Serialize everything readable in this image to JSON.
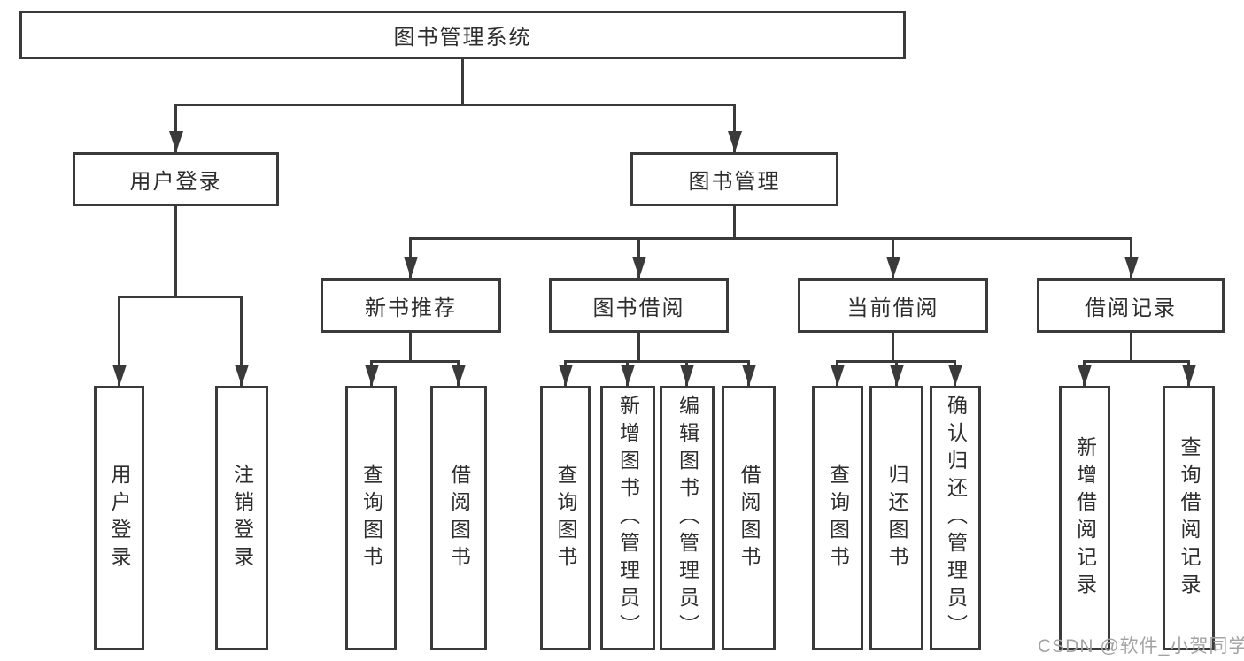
{
  "diagram": {
    "root": "图书管理系统",
    "branches": [
      {
        "label": "用户登录",
        "children": [
          "用户登录",
          "注销登录"
        ]
      },
      {
        "label": "图书管理",
        "groups": [
          {
            "label": "新书推荐",
            "children": [
              "查询图书",
              "借阅图书"
            ]
          },
          {
            "label": "图书借阅",
            "children": [
              "查询图书",
              "新增图书（管理员）",
              "编辑图书（管理员）",
              "借阅图书"
            ]
          },
          {
            "label": "当前借阅",
            "children": [
              "查询图书",
              "归还图书",
              "确认归还（管理员）"
            ]
          },
          {
            "label": "借阅记录",
            "children": [
              "新增借阅记录",
              "查询借阅记录"
            ]
          }
        ]
      }
    ]
  },
  "watermark": "CSDN @软件_小贺同学",
  "colors": {
    "line": "#3a3a3a",
    "text": "#2e2e2e",
    "watermark": "#a3a3a3"
  }
}
